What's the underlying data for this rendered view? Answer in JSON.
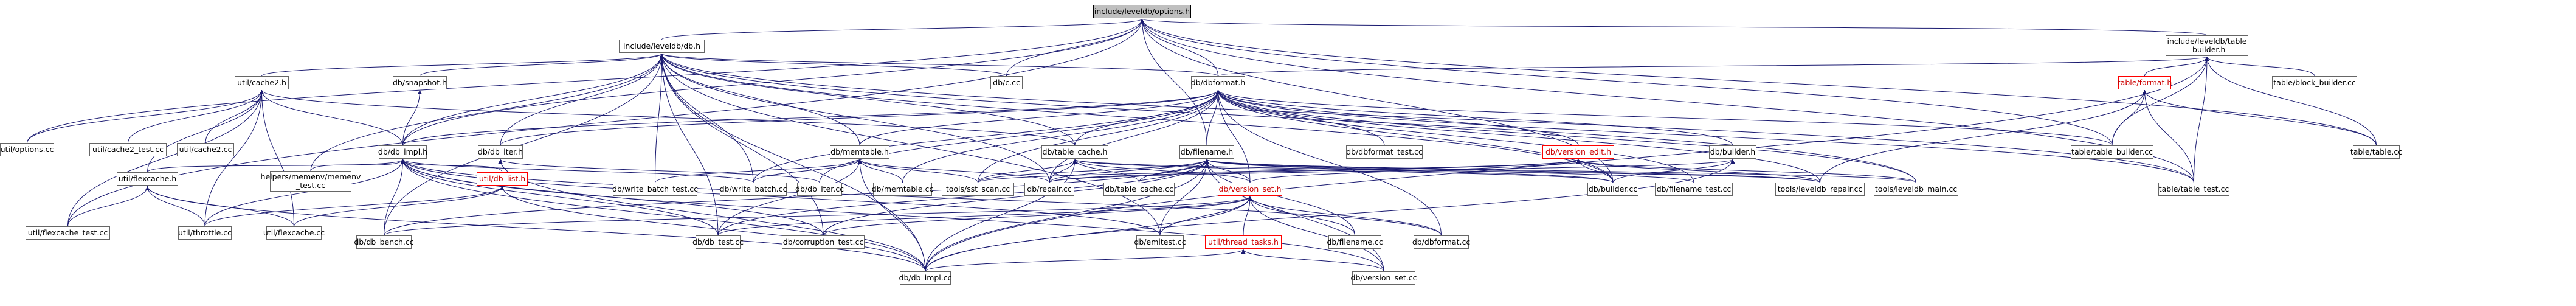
{
  "graph": {
    "nodes": [
      {
        "id": "options_h",
        "label": "include/leveldb/options.h",
        "style": "root"
      },
      {
        "id": "db_h",
        "label": "include/leveldb/db.h"
      },
      {
        "id": "table_builder_h",
        "label": "include/leveldb/table\n_builder.h"
      },
      {
        "id": "cache2_h",
        "label": "util/cache2.h"
      },
      {
        "id": "snapshot_h",
        "label": "db/snapshot.h"
      },
      {
        "id": "c_cc",
        "label": "db/c.cc"
      },
      {
        "id": "dbformat_h",
        "label": "db/dbformat.h"
      },
      {
        "id": "table_format_h",
        "label": "table/format.h",
        "style": "red"
      },
      {
        "id": "block_builder_cc",
        "label": "table/block_builder.cc"
      },
      {
        "id": "options_cc",
        "label": "util/options.cc"
      },
      {
        "id": "cache2_test_cc",
        "label": "util/cache2_test.cc"
      },
      {
        "id": "cache2_cc",
        "label": "util/cache2.cc"
      },
      {
        "id": "db_impl_h",
        "label": "db/db_impl.h"
      },
      {
        "id": "db_iter_h",
        "label": "db/db_iter.h"
      },
      {
        "id": "memtable_h",
        "label": "db/memtable.h"
      },
      {
        "id": "table_cache_h",
        "label": "db/table_cache.h"
      },
      {
        "id": "filename_h",
        "label": "db/filename.h"
      },
      {
        "id": "dbformat_test_cc",
        "label": "db/dbformat_test.cc"
      },
      {
        "id": "version_edit_h",
        "label": "db/version_edit.h",
        "style": "red"
      },
      {
        "id": "builder_h",
        "label": "db/builder.h"
      },
      {
        "id": "table_builder_cc",
        "label": "table/table_builder.cc"
      },
      {
        "id": "table_cc",
        "label": "table/table.cc"
      },
      {
        "id": "flexcache_h",
        "label": "util/flexcache.h"
      },
      {
        "id": "helpers_memenv_test_cc",
        "label": "helpers/memenv/memenv\n_test.cc"
      },
      {
        "id": "db_list_h",
        "label": "util/db_list.h",
        "style": "red"
      },
      {
        "id": "write_batch_test_cc",
        "label": "db/write_batch_test.cc"
      },
      {
        "id": "write_batch_cc",
        "label": "db/write_batch.cc"
      },
      {
        "id": "db_iter_cc",
        "label": "db/db_iter.cc"
      },
      {
        "id": "memtable_cc",
        "label": "db/memtable.cc"
      },
      {
        "id": "sst_scan_cc",
        "label": "tools/sst_scan.cc"
      },
      {
        "id": "repair_cc",
        "label": "db/repair.cc"
      },
      {
        "id": "table_cache_cc",
        "label": "db/table_cache.cc"
      },
      {
        "id": "version_set_h",
        "label": "db/version_set.h",
        "style": "red"
      },
      {
        "id": "builder_cc",
        "label": "db/builder.cc"
      },
      {
        "id": "filename_test_cc",
        "label": "db/filename_test.cc"
      },
      {
        "id": "leveldb_repair_cc",
        "label": "tools/leveldb_repair.cc"
      },
      {
        "id": "leveldb_main_cc",
        "label": "tools/leveldb_main.cc"
      },
      {
        "id": "table_test_cc",
        "label": "table/table_test.cc"
      },
      {
        "id": "flexcache_test_cc",
        "label": "util/flexcache_test.cc"
      },
      {
        "id": "throttle_cc",
        "label": "util/throttle.cc"
      },
      {
        "id": "flexcache_cc",
        "label": "util/flexcache.cc"
      },
      {
        "id": "db_bench_cc",
        "label": "db/db_bench.cc"
      },
      {
        "id": "db_test_cc",
        "label": "db/db_test.cc"
      },
      {
        "id": "corruption_test_cc",
        "label": "db/corruption_test.cc"
      },
      {
        "id": "thread_tasks_h",
        "label": "util/thread_tasks.h",
        "style": "red"
      },
      {
        "id": "emitest_cc",
        "label": "db/emitest.cc"
      },
      {
        "id": "filename_cc",
        "label": "db/filename.cc"
      },
      {
        "id": "dbformat_cc",
        "label": "db/dbformat.cc"
      },
      {
        "id": "db_impl_cc",
        "label": "db/db_impl.cc"
      },
      {
        "id": "version_set_cc",
        "label": "db/version_set.cc"
      }
    ],
    "edges": [
      [
        "db_h",
        "options_h"
      ],
      [
        "table_builder_h",
        "options_h"
      ],
      [
        "options_cc",
        "options_h"
      ],
      [
        "c_cc",
        "options_h"
      ],
      [
        "dbformat_h",
        "options_h"
      ],
      [
        "filename_h",
        "options_h"
      ],
      [
        "builder_cc",
        "options_h"
      ],
      [
        "table_builder_cc",
        "options_h"
      ],
      [
        "table_cc",
        "options_h"
      ],
      [
        "table_test_cc",
        "options_h"
      ],
      [
        "flexcache_test_cc",
        "options_h"
      ],
      [
        "db_impl_h",
        "options_h"
      ],
      [
        "cache2_h",
        "db_h"
      ],
      [
        "snapshot_h",
        "db_h"
      ],
      [
        "c_cc",
        "db_h"
      ],
      [
        "dbformat_h",
        "db_h"
      ],
      [
        "db_impl_h",
        "db_h"
      ],
      [
        "db_iter_h",
        "db_h"
      ],
      [
        "memtable_h",
        "db_h"
      ],
      [
        "table_cache_h",
        "db_h"
      ],
      [
        "write_batch_test_cc",
        "db_h"
      ],
      [
        "write_batch_cc",
        "db_h"
      ],
      [
        "repair_cc",
        "db_h"
      ],
      [
        "helpers_memenv_test_cc",
        "db_h"
      ],
      [
        "db_bench_cc",
        "db_h"
      ],
      [
        "db_test_cc",
        "db_h"
      ],
      [
        "corruption_test_cc",
        "db_h"
      ],
      [
        "emitest_cc",
        "db_h"
      ],
      [
        "db_impl_cc",
        "db_h"
      ],
      [
        "leveldb_main_cc",
        "db_h"
      ],
      [
        "table_test_cc",
        "db_h"
      ],
      [
        "builder_cc",
        "db_h"
      ],
      [
        "dbformat_h",
        "table_builder_h"
      ],
      [
        "table_format_h",
        "table_builder_h"
      ],
      [
        "block_builder_cc",
        "table_builder_h"
      ],
      [
        "table_builder_cc",
        "table_builder_h"
      ],
      [
        "table_cc",
        "table_builder_h"
      ],
      [
        "table_test_cc",
        "table_builder_h"
      ],
      [
        "db_impl_cc",
        "table_builder_h"
      ],
      [
        "options_cc",
        "cache2_h"
      ],
      [
        "cache2_test_cc",
        "cache2_h"
      ],
      [
        "cache2_cc",
        "cache2_h"
      ],
      [
        "db_impl_h",
        "cache2_h"
      ],
      [
        "table_cache_h",
        "cache2_h"
      ],
      [
        "flexcache_h",
        "cache2_h"
      ],
      [
        "throttle_cc",
        "cache2_h"
      ],
      [
        "flexcache_test_cc",
        "cache2_h"
      ],
      [
        "flexcache_cc",
        "cache2_h"
      ],
      [
        "db_impl_h",
        "snapshot_h"
      ],
      [
        "db_impl_h",
        "dbformat_h"
      ],
      [
        "db_iter_h",
        "dbformat_h"
      ],
      [
        "memtable_h",
        "dbformat_h"
      ],
      [
        "table_cache_h",
        "dbformat_h"
      ],
      [
        "filename_h",
        "dbformat_h"
      ],
      [
        "dbformat_test_cc",
        "dbformat_h"
      ],
      [
        "version_edit_h",
        "dbformat_h"
      ],
      [
        "builder_h",
        "dbformat_h"
      ],
      [
        "table_builder_cc",
        "dbformat_h"
      ],
      [
        "repair_cc",
        "dbformat_h"
      ],
      [
        "sst_scan_cc",
        "dbformat_h"
      ],
      [
        "memtable_cc",
        "dbformat_h"
      ],
      [
        "builder_cc",
        "dbformat_h"
      ],
      [
        "filename_test_cc",
        "dbformat_h"
      ],
      [
        "leveldb_repair_cc",
        "dbformat_h"
      ],
      [
        "leveldb_main_cc",
        "dbformat_h"
      ],
      [
        "dbformat_cc",
        "dbformat_h"
      ],
      [
        "version_set_h",
        "dbformat_h"
      ],
      [
        "table_test_cc",
        "dbformat_h"
      ],
      [
        "db_iter_cc",
        "dbformat_h"
      ],
      [
        "write_batch_cc",
        "dbformat_h"
      ],
      [
        "table_builder_cc",
        "table_format_h"
      ],
      [
        "table_cc",
        "table_format_h"
      ],
      [
        "table_test_cc",
        "table_format_h"
      ],
      [
        "leveldb_repair_cc",
        "table_format_h"
      ],
      [
        "flexcache_h",
        "db_impl_h"
      ],
      [
        "helpers_memenv_test_cc",
        "db_impl_h"
      ],
      [
        "db_list_h",
        "db_impl_h"
      ],
      [
        "write_batch_cc",
        "db_impl_h"
      ],
      [
        "db_bench_cc",
        "db_impl_h"
      ],
      [
        "db_test_cc",
        "db_impl_h"
      ],
      [
        "corruption_test_cc",
        "db_impl_h"
      ],
      [
        "emitest_cc",
        "db_impl_h"
      ],
      [
        "db_impl_cc",
        "db_impl_h"
      ],
      [
        "throttle_cc",
        "db_impl_h"
      ],
      [
        "version_set_cc",
        "db_impl_h"
      ],
      [
        "dbformat_cc",
        "db_impl_h"
      ],
      [
        "db_iter_cc",
        "db_iter_h"
      ],
      [
        "db_impl_cc",
        "db_iter_h"
      ],
      [
        "write_batch_test_cc",
        "memtable_h"
      ],
      [
        "write_batch_cc",
        "memtable_h"
      ],
      [
        "memtable_cc",
        "memtable_h"
      ],
      [
        "repair_cc",
        "memtable_h"
      ],
      [
        "db_impl_cc",
        "memtable_h"
      ],
      [
        "db_test_cc",
        "memtable_h"
      ],
      [
        "sst_scan_cc",
        "memtable_h"
      ],
      [
        "table_cache_cc",
        "table_cache_h"
      ],
      [
        "repair_cc",
        "table_cache_h"
      ],
      [
        "sst_scan_cc",
        "table_cache_h"
      ],
      [
        "builder_cc",
        "table_cache_h"
      ],
      [
        "db_impl_cc",
        "table_cache_h"
      ],
      [
        "version_set_h",
        "table_cache_h"
      ],
      [
        "leveldb_repair_cc",
        "table_cache_h"
      ],
      [
        "repair_cc",
        "filename_h"
      ],
      [
        "table_cache_cc",
        "filename_h"
      ],
      [
        "builder_cc",
        "filename_h"
      ],
      [
        "filename_test_cc",
        "filename_h"
      ],
      [
        "version_set_h",
        "filename_h"
      ],
      [
        "db_bench_cc",
        "filename_h"
      ],
      [
        "db_test_cc",
        "filename_h"
      ],
      [
        "corruption_test_cc",
        "filename_h"
      ],
      [
        "emitest_cc",
        "filename_h"
      ],
      [
        "filename_cc",
        "filename_h"
      ],
      [
        "db_impl_cc",
        "filename_h"
      ],
      [
        "version_set_cc",
        "filename_h"
      ],
      [
        "leveldb_main_cc",
        "filename_h"
      ],
      [
        "sst_scan_cc",
        "filename_h"
      ],
      [
        "leveldb_repair_cc",
        "filename_h"
      ],
      [
        "version_set_h",
        "version_edit_h"
      ],
      [
        "repair_cc",
        "version_edit_h"
      ],
      [
        "builder_cc",
        "version_edit_h"
      ],
      [
        "leveldb_repair_cc",
        "version_edit_h"
      ],
      [
        "sst_scan_cc",
        "version_edit_h"
      ],
      [
        "leveldb_main_cc",
        "version_edit_h"
      ],
      [
        "builder_cc",
        "builder_h"
      ],
      [
        "repair_cc",
        "builder_h"
      ],
      [
        "db_impl_cc",
        "builder_h"
      ],
      [
        "flexcache_test_cc",
        "flexcache_h"
      ],
      [
        "throttle_cc",
        "flexcache_h"
      ],
      [
        "flexcache_cc",
        "flexcache_h"
      ],
      [
        "db_impl_cc",
        "flexcache_h"
      ],
      [
        "throttle_cc",
        "db_list_h"
      ],
      [
        "flexcache_cc",
        "db_list_h"
      ],
      [
        "db_impl_cc",
        "db_list_h"
      ],
      [
        "db_bench_cc",
        "version_set_h"
      ],
      [
        "db_test_cc",
        "version_set_h"
      ],
      [
        "corruption_test_cc",
        "version_set_h"
      ],
      [
        "thread_tasks_h",
        "version_set_h"
      ],
      [
        "emitest_cc",
        "version_set_h"
      ],
      [
        "filename_cc",
        "version_set_h"
      ],
      [
        "dbformat_cc",
        "version_set_h"
      ],
      [
        "db_impl_cc",
        "version_set_h"
      ],
      [
        "version_set_cc",
        "version_set_h"
      ],
      [
        "db_impl_cc",
        "thread_tasks_h"
      ],
      [
        "version_set_cc",
        "thread_tasks_h"
      ]
    ]
  }
}
